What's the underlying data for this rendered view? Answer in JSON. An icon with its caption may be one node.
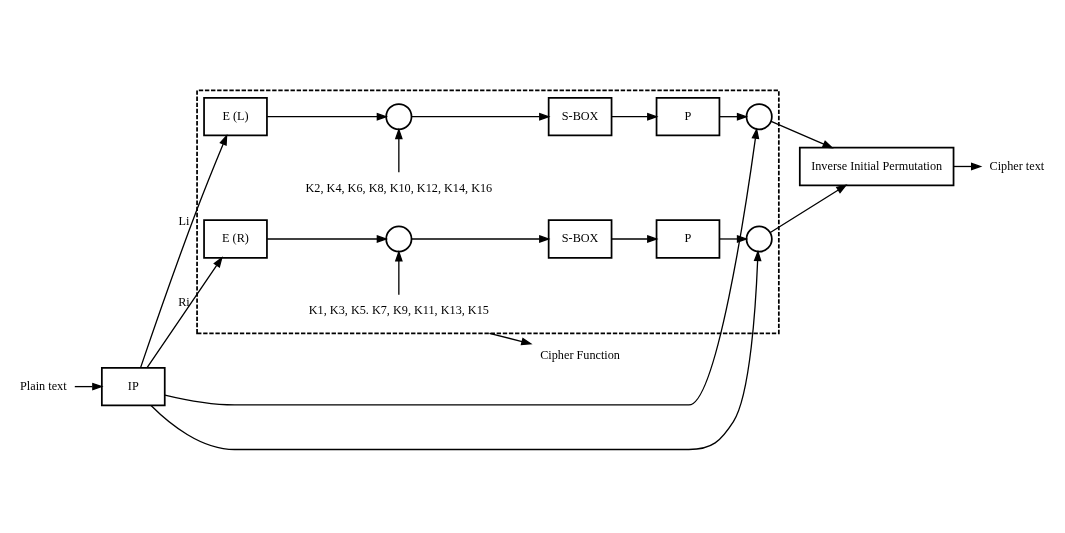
{
  "diagram": {
    "nodes": [
      {
        "text": [
          "Plain text"
        ]
      },
      {
        "text": [
          "IP"
        ]
      },
      {
        "text": [],
        "shape": "box"
      },
      {
        "text": [
          "Cipher Function"
        ]
      },
      {
        "text": [
          "E (L)"
        ],
        "in": 2
      },
      {
        "text": [],
        "shape": "circle",
        "in": 2
      },
      {
        "text": [
          "S-BOX"
        ],
        "in": 2
      },
      {
        "text": [
          "P"
        ],
        "in": 2
      },
      {
        "text": [],
        "shape": "circle",
        "in": 2
      },
      {
        "text": [
          "K2, K4, K6, K8, K10, K12, K14, K16"
        ],
        "in": 2
      },
      {
        "text": [
          "K1, K3, K5. K7, K9, K11, K13, K15"
        ],
        "in": 2
      },
      {
        "text": [
          "E (R)"
        ],
        "in": 2
      },
      {
        "text": [],
        "shape": "circle",
        "in": 2
      },
      {
        "text": [
          "S-BOX"
        ],
        "in": 2
      },
      {
        "text": [
          "P"
        ],
        "in": 2
      },
      {
        "text": [],
        "shape": "circle",
        "in": 2
      },
      {
        "text": [
          "Inverse Initial Permutation"
        ]
      },
      {
        "text": [
          "Cipher text"
        ]
      }
    ],
    "edges": [
      {
        "from": 0,
        "to": 1,
        "arrow": "to"
      },
      {
        "from": 1,
        "to": 4,
        "arrow": "to",
        "label": "Li"
      },
      {
        "from": 1,
        "to": 8,
        "arrow": "to"
      },
      {
        "from": 1,
        "to": 11,
        "arrow": "to",
        "label": "Ri"
      },
      {
        "from": 1,
        "to": 15,
        "arrow": "to"
      },
      {
        "from": 4,
        "to": 5,
        "arrow": "to"
      },
      {
        "from": 9,
        "to": 5,
        "arrow": "to"
      },
      {
        "from": 5,
        "to": 6,
        "arrow": "to"
      },
      {
        "from": 6,
        "to": 7,
        "arrow": "to"
      },
      {
        "from": 7,
        "to": 8,
        "arrow": "to"
      },
      {
        "from": 8,
        "to": 16,
        "arrow": "to"
      },
      {
        "from": 11,
        "to": 12,
        "arrow": "to"
      },
      {
        "from": 10,
        "to": 12,
        "arrow": "to"
      },
      {
        "from": 12,
        "to": 13,
        "arrow": "to"
      },
      {
        "from": 13,
        "to": 14,
        "arrow": "to"
      },
      {
        "from": 14,
        "to": 15,
        "arrow": "to"
      },
      {
        "from": 15,
        "to": 16,
        "arrow": "to"
      },
      {
        "from": 16,
        "to": 17,
        "arrow": "to"
      },
      {
        "from": 2,
        "to": 3,
        "arrow": "to"
      }
    ]
  }
}
